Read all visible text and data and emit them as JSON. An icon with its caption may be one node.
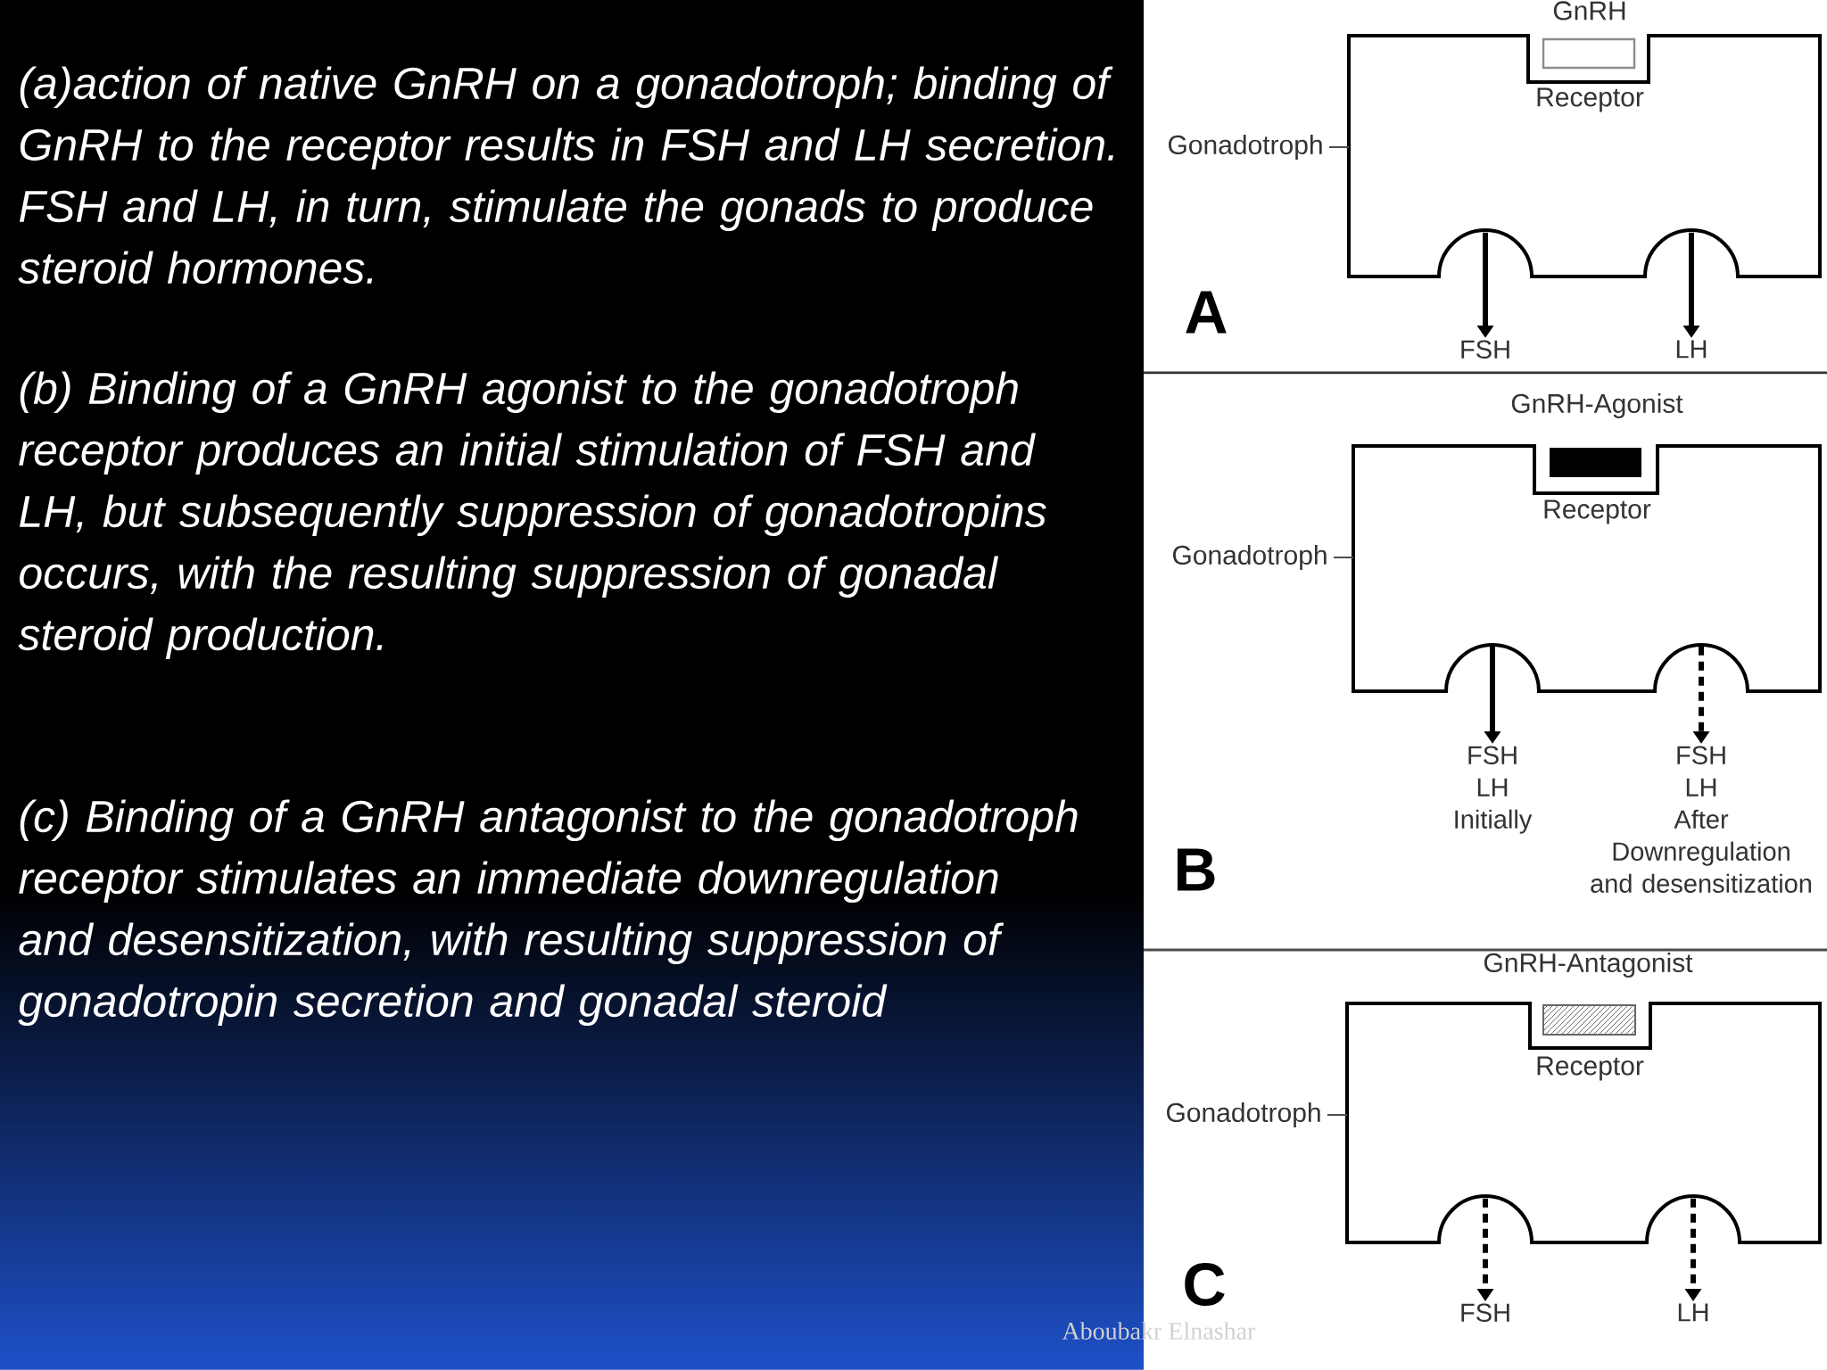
{
  "diagram": {
    "nodes": [
      {
        "text": [
          "Gonadotroph"
        ]
      },
      {
        "text": [],
        "shape": "box",
        "beside": [
          "GnRH"
        ]
      },
      {
        "text": [
          "FSH"
        ]
      },
      {
        "text": [
          "LH"
        ]
      },
      {
        "text": [
          "Gonadotroph"
        ]
      },
      {
        "text": [],
        "shape": "box",
        "beside": [
          "GnRH-Agonist"
        ]
      },
      {
        "text": [
          "FSH",
          "LH",
          "Initially"
        ]
      },
      {
        "text": [
          "FSH",
          "LH",
          "After Downregulation and desensitization"
        ]
      },
      {
        "text": [
          "Gonadotroph"
        ]
      },
      {
        "text": [],
        "shape": "box",
        "beside": [
          "GnRH-Antagonist"
        ]
      },
      {
        "text": [
          "FSH"
        ]
      },
      {
        "text": [
          "LH"
        ]
      }
    ],
    "edges": [
      {
        "from": 0,
        "to": 1,
        "arrow": "none"
      },
      {
        "from": 1,
        "to": 2,
        "arrow": "to"
      },
      {
        "from": 1,
        "to": 3,
        "arrow": "to"
      },
      {
        "from": 4,
        "to": 5,
        "arrow": "none"
      },
      {
        "from": 5,
        "to": 6,
        "arrow": "to"
      },
      {
        "from": 5,
        "to": 7,
        "arrow": "to",
        "style": "dashed"
      },
      {
        "from": 8,
        "to": 9,
        "arrow": "none"
      },
      {
        "from": 9,
        "to": 10,
        "arrow": "to",
        "style": "dashed"
      },
      {
        "from": 9,
        "to": 11,
        "arrow": "to",
        "style": "dashed"
      }
    ],
    "labels": [
      "(a)action of native GnRH on a gonadotroph; binding of GnRH to the receptor results in FSH and LH secretion. FSH and LH, in turn, stimulate the gonads to produce steroid hormones.",
      "(b) Binding of a GnRH agonist to the gonadotroph receptor produces an initial stimulation of FSH and LH, but subsequently suppression of gonadotropins occurs, with the resulting suppression of gonadal steroid production.",
      "(c) Binding of a GnRH antagonist to the gonadotroph receptor stimulates an immediate downregulation and desensitization, with resulting suppression of gonadotropin secretion and gonadal steroid",
      "Receptor",
      "A",
      "Receptor",
      "B",
      "Receptor",
      "C",
      "Aboubakr Elnashar"
    ]
  }
}
